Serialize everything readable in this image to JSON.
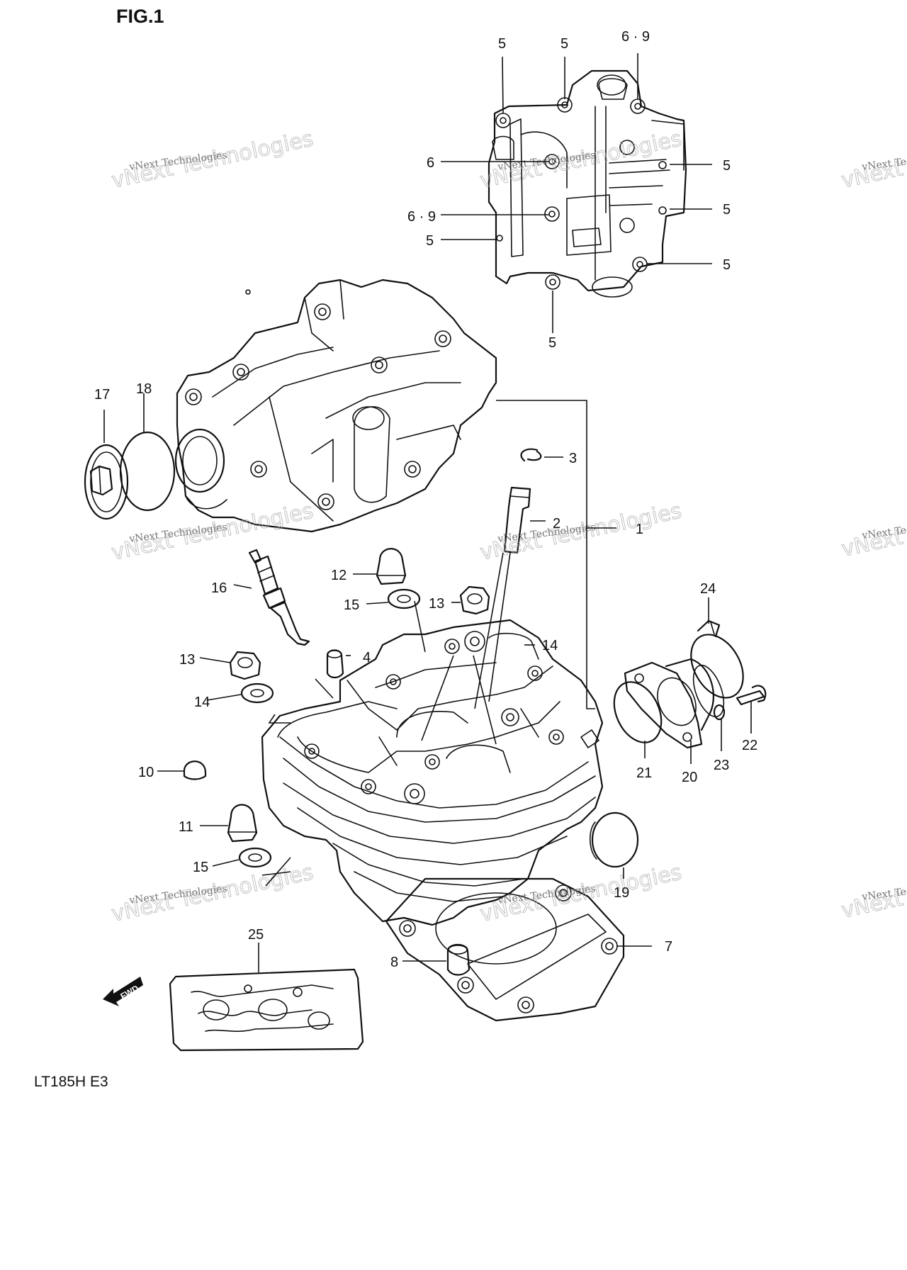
{
  "figure": {
    "title": "FIG.1",
    "model": "LT185H  E3",
    "forward_label": "FWD"
  },
  "watermark": {
    "line1": "vNext Technologies",
    "line2": "vNext Technologies"
  },
  "callouts": [
    {
      "id": "c5a",
      "text": "5"
    },
    {
      "id": "c5b",
      "text": "5"
    },
    {
      "id": "c69a",
      "text": "6 · 9"
    },
    {
      "id": "c6",
      "text": "6"
    },
    {
      "id": "c5c",
      "text": "5"
    },
    {
      "id": "c5d",
      "text": "5"
    },
    {
      "id": "c69b",
      "text": "6 · 9"
    },
    {
      "id": "c5e",
      "text": "5"
    },
    {
      "id": "c5f",
      "text": "5"
    },
    {
      "id": "c5g",
      "text": "5"
    },
    {
      "id": "c17",
      "text": "17"
    },
    {
      "id": "c18",
      "text": "18"
    },
    {
      "id": "c3",
      "text": "3"
    },
    {
      "id": "c2",
      "text": "2"
    },
    {
      "id": "c1",
      "text": "1"
    },
    {
      "id": "c12",
      "text": "12"
    },
    {
      "id": "c16",
      "text": "16"
    },
    {
      "id": "c15a",
      "text": "15"
    },
    {
      "id": "c13a",
      "text": "13"
    },
    {
      "id": "c14a",
      "text": "14"
    },
    {
      "id": "c13b",
      "text": "13"
    },
    {
      "id": "c4",
      "text": "4"
    },
    {
      "id": "c24",
      "text": "24"
    },
    {
      "id": "c14b",
      "text": "14"
    },
    {
      "id": "c10",
      "text": "10"
    },
    {
      "id": "c21",
      "text": "21"
    },
    {
      "id": "c20",
      "text": "20"
    },
    {
      "id": "c23",
      "text": "23"
    },
    {
      "id": "c22",
      "text": "22"
    },
    {
      "id": "c11",
      "text": "11"
    },
    {
      "id": "c15b",
      "text": "15"
    },
    {
      "id": "c19",
      "text": "19"
    },
    {
      "id": "c25",
      "text": "25"
    },
    {
      "id": "c7",
      "text": "7"
    },
    {
      "id": "c8",
      "text": "8"
    }
  ]
}
